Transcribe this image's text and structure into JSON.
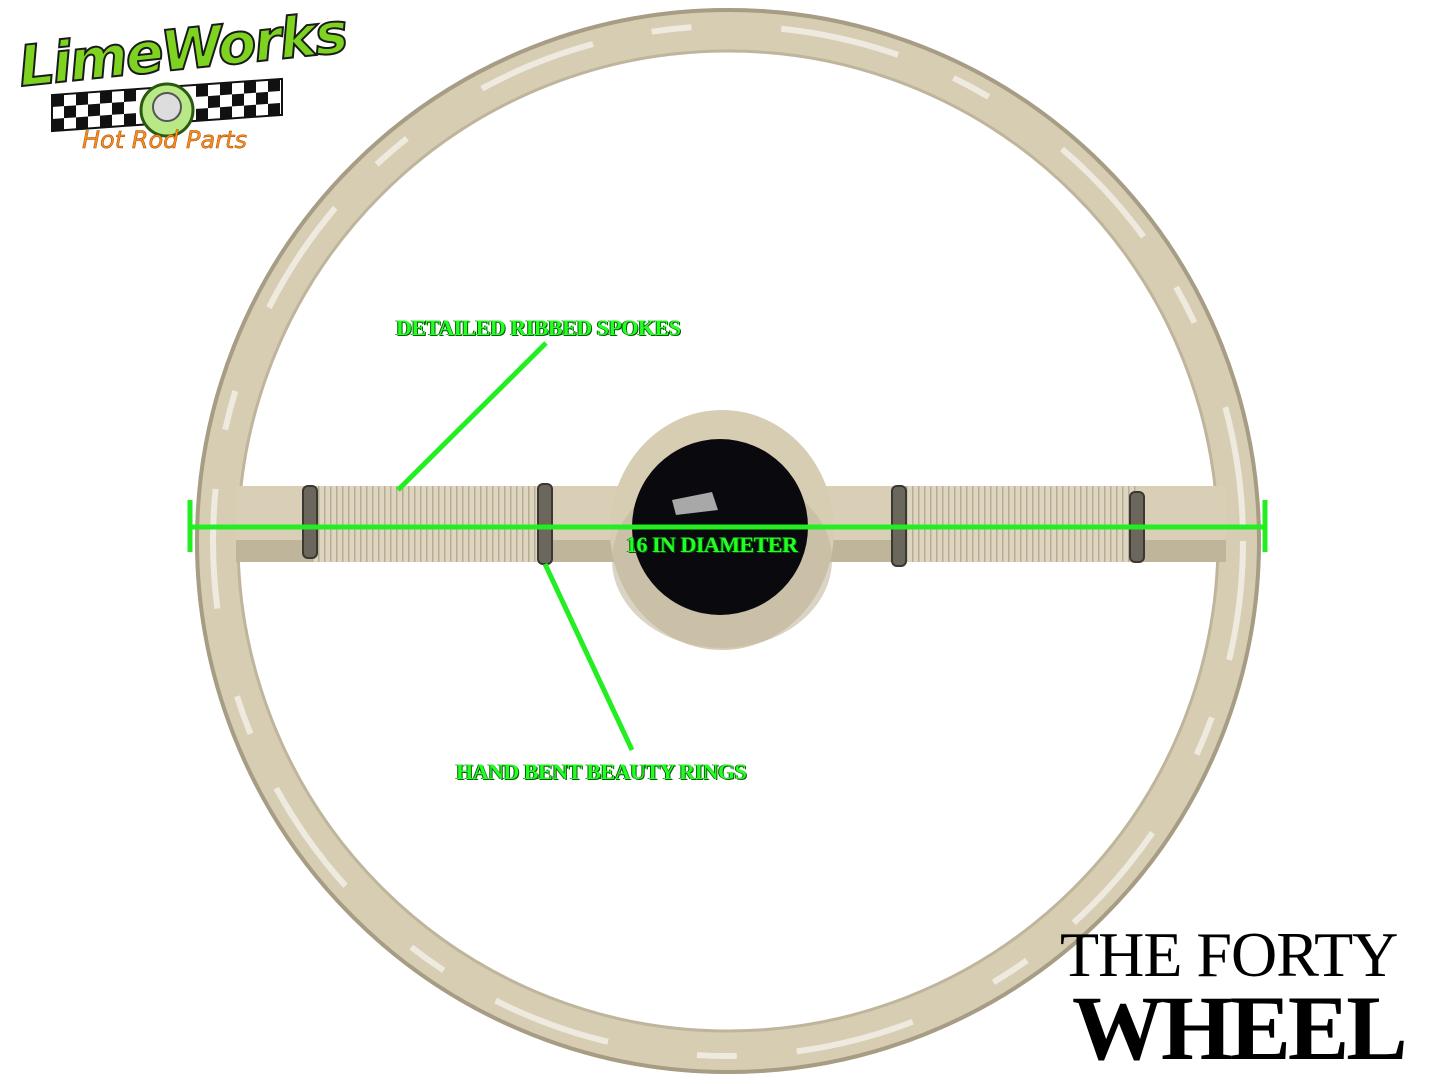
{
  "logo": {
    "name": "LimeWorks",
    "tagline": "Hot Rod Parts"
  },
  "annotations": {
    "spokes": "DETAILED RIBBED SPOKES",
    "diameter": "16 IN DIAMETER",
    "rings": "HAND BENT BEAUTY RINGS"
  },
  "title": {
    "line1": "THE FORTY",
    "line2": "WHEEL"
  },
  "colors": {
    "annotation": "#22ff22",
    "wheel": "#d8cfb6",
    "horn_button": "#0a0a0e"
  }
}
